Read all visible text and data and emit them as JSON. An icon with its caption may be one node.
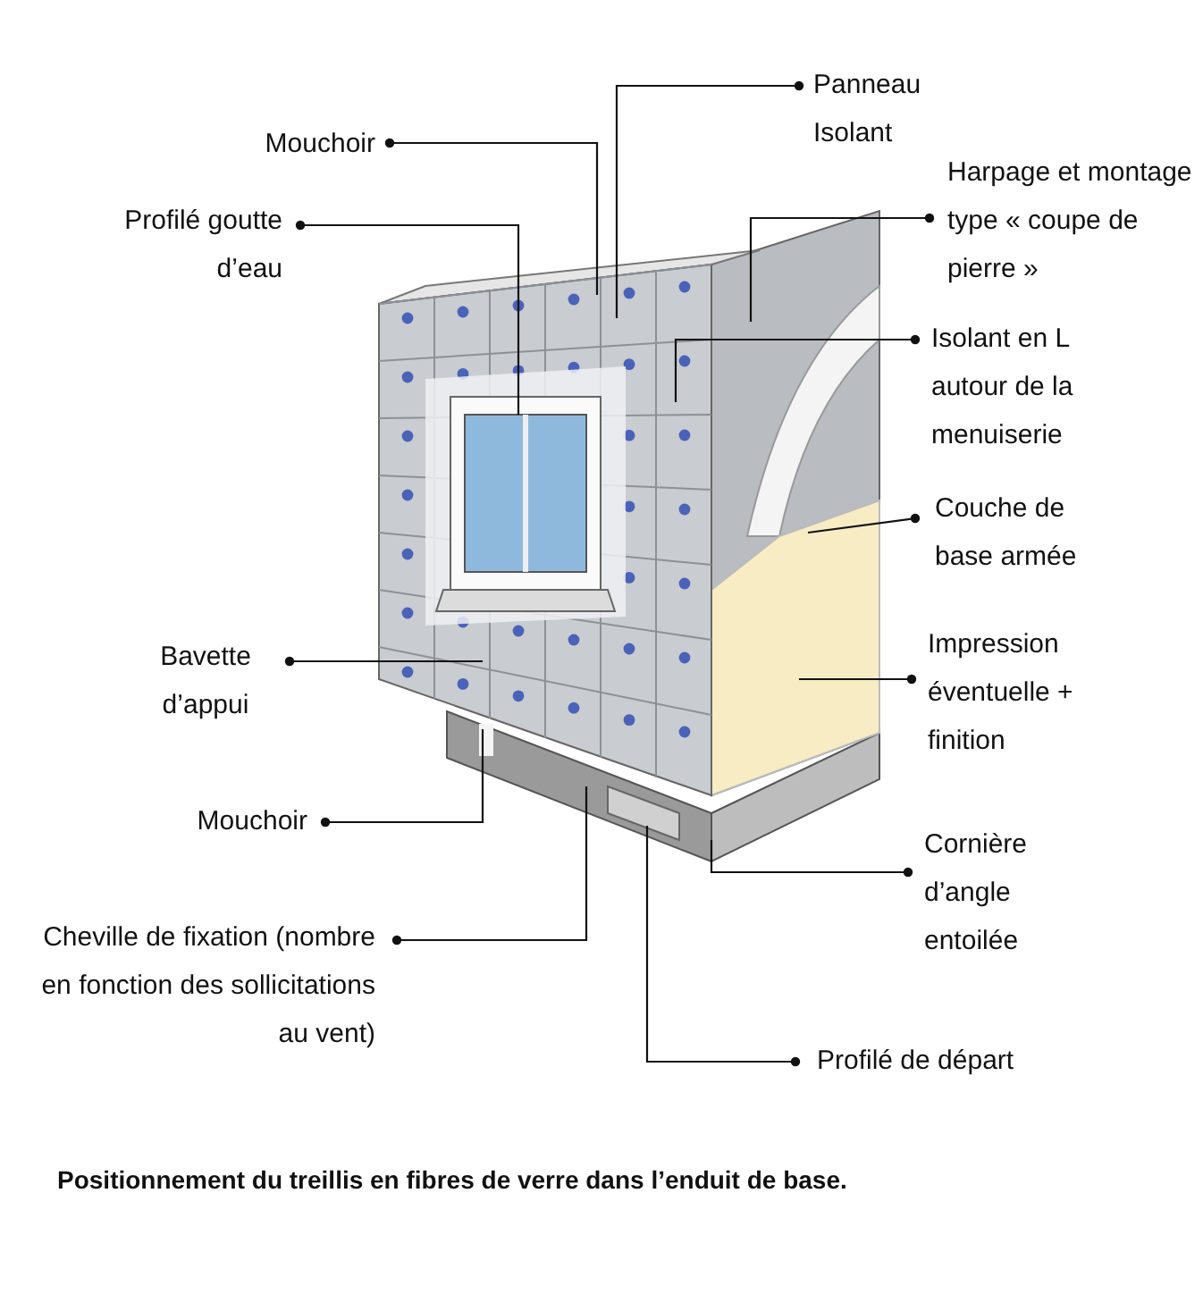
{
  "diagram": {
    "caption": "Positionnement du treillis en fibres de verre dans l’enduit de base.",
    "nodes": [
      {
        "text": [
          "Mouchoir"
        ]
      },
      {
        "text": [
          "Panneau Isolant"
        ]
      },
      {
        "text": [
          "Profilé goutte d’eau"
        ]
      },
      {
        "text": [
          "Harpage et montage type « coupe de pierre »"
        ]
      },
      {
        "text": [
          "Isolant en L autour de la menuiserie"
        ]
      },
      {
        "text": [
          "Couche de base armée"
        ]
      },
      {
        "text": [
          "Impression éventuelle + finition"
        ]
      },
      {
        "text": [
          "Bavette d’appui"
        ]
      },
      {
        "text": [
          "Mouchoir"
        ]
      },
      {
        "text": [
          "Cheville de fixation (nombre en fonction des sollicitations au vent)"
        ]
      },
      {
        "text": [
          "Cornière d’angle entoilée"
        ]
      },
      {
        "text": [
          "Profilé de départ"
        ]
      }
    ],
    "edges": [
      {
        "from": 0,
        "to": null,
        "arrow": "other"
      },
      {
        "from": 1,
        "to": null,
        "arrow": "other"
      },
      {
        "from": 2,
        "to": null,
        "arrow": "other"
      },
      {
        "from": 3,
        "to": null,
        "arrow": "other"
      },
      {
        "from": 4,
        "to": null,
        "arrow": "other"
      },
      {
        "from": 5,
        "to": null,
        "arrow": "other"
      },
      {
        "from": 6,
        "to": null,
        "arrow": "other"
      },
      {
        "from": 7,
        "to": null,
        "arrow": "other"
      },
      {
        "from": 8,
        "to": null,
        "arrow": "other"
      },
      {
        "from": 9,
        "to": null,
        "arrow": "other"
      },
      {
        "from": 10,
        "to": null,
        "arrow": "other"
      },
      {
        "from": 11,
        "to": null,
        "arrow": "other"
      }
    ]
  }
}
